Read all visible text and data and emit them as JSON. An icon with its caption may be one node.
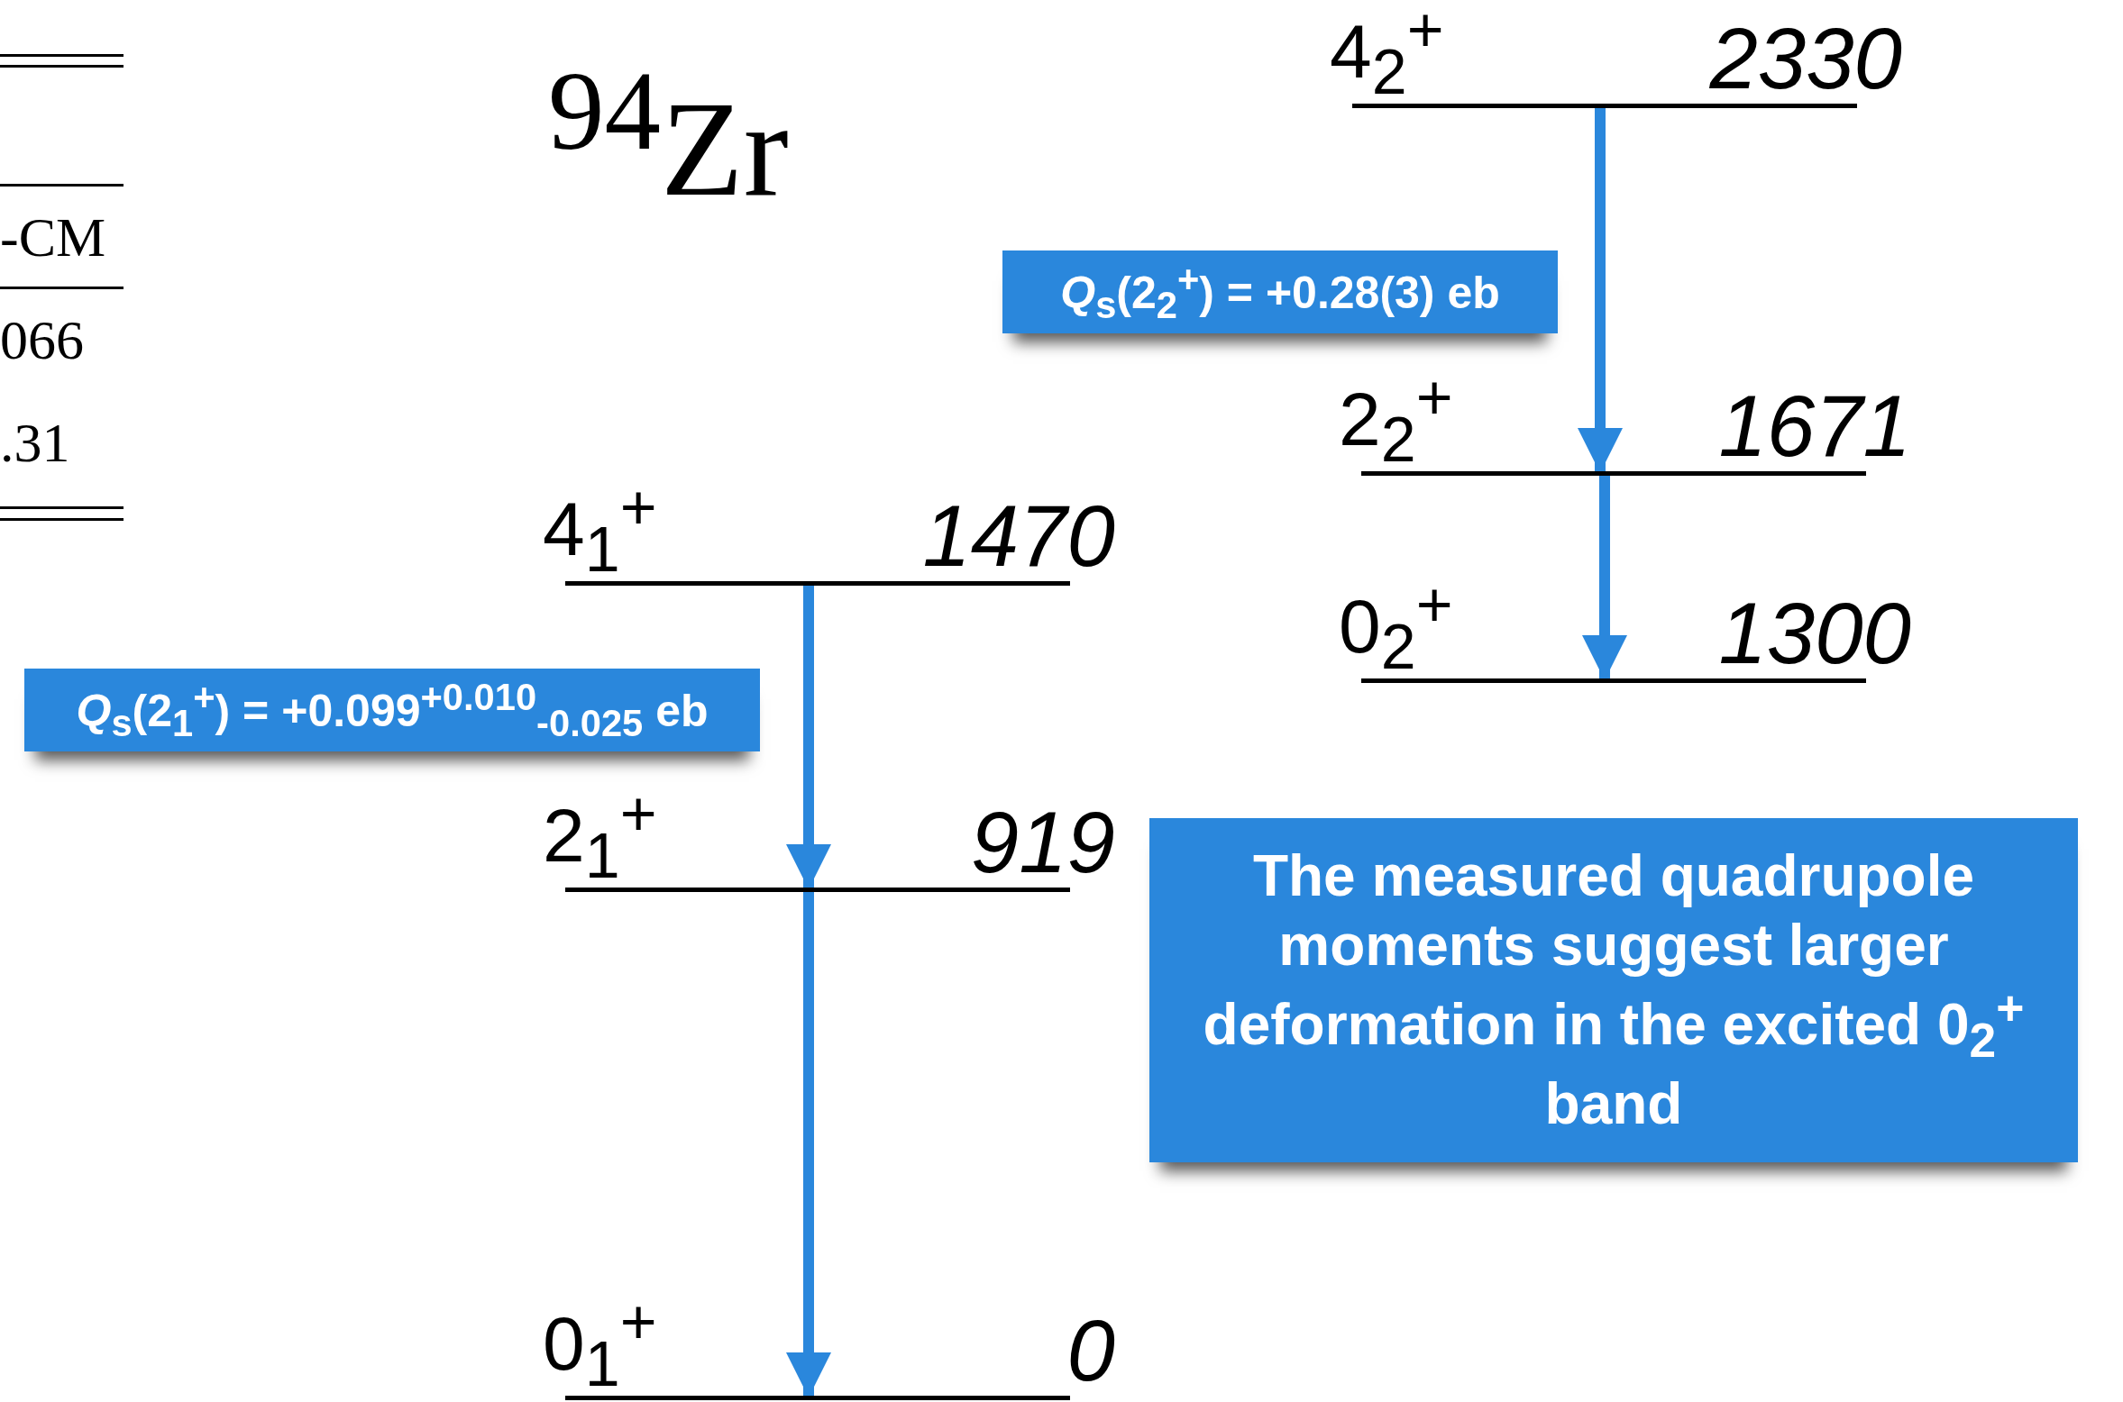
{
  "diagram": {
    "title": "$^{94}$Zr",
    "nodes": [
      {
        "text": [
          "4$_{2}$$^{+}$",
          "2330"
        ]
      },
      {
        "text": [
          "2$_{2}$$^{+}$",
          "1671"
        ]
      },
      {
        "text": [
          "0$_{2}$$^{+}$",
          "1300"
        ]
      },
      {
        "text": [
          "4$_{1}$$^{+}$",
          "1470"
        ]
      },
      {
        "text": [
          "2$_{1}$$^{+}$",
          "919"
        ]
      },
      {
        "text": [
          "0$_{1}$$^{+}$",
          "0"
        ]
      },
      {
        "text": [
          "*Q*$_{s}$(2$_{2}$$^{+}$) = +0.28(3) eb"
        ]
      },
      {
        "text": [
          "*Q*$_{s}$(2$_{1}$$^{+}$) = +0.099$^{+0.010}$$_{-0.025}$ eb"
        ]
      },
      {
        "text": [
          "The measured quadrupole moments suggest larger deformation in the excited 0$_{2}$$^{+}$ band"
        ]
      }
    ],
    "edges": [
      {
        "from": 0,
        "to": 1,
        "arrow": "to"
      },
      {
        "from": 1,
        "to": 2,
        "arrow": "to"
      },
      {
        "from": 3,
        "to": 4,
        "arrow": "to"
      },
      {
        "from": 4,
        "to": 5,
        "arrow": "to"
      }
    ],
    "labels": [
      "-CM",
      "066",
      ".31"
    ]
  }
}
